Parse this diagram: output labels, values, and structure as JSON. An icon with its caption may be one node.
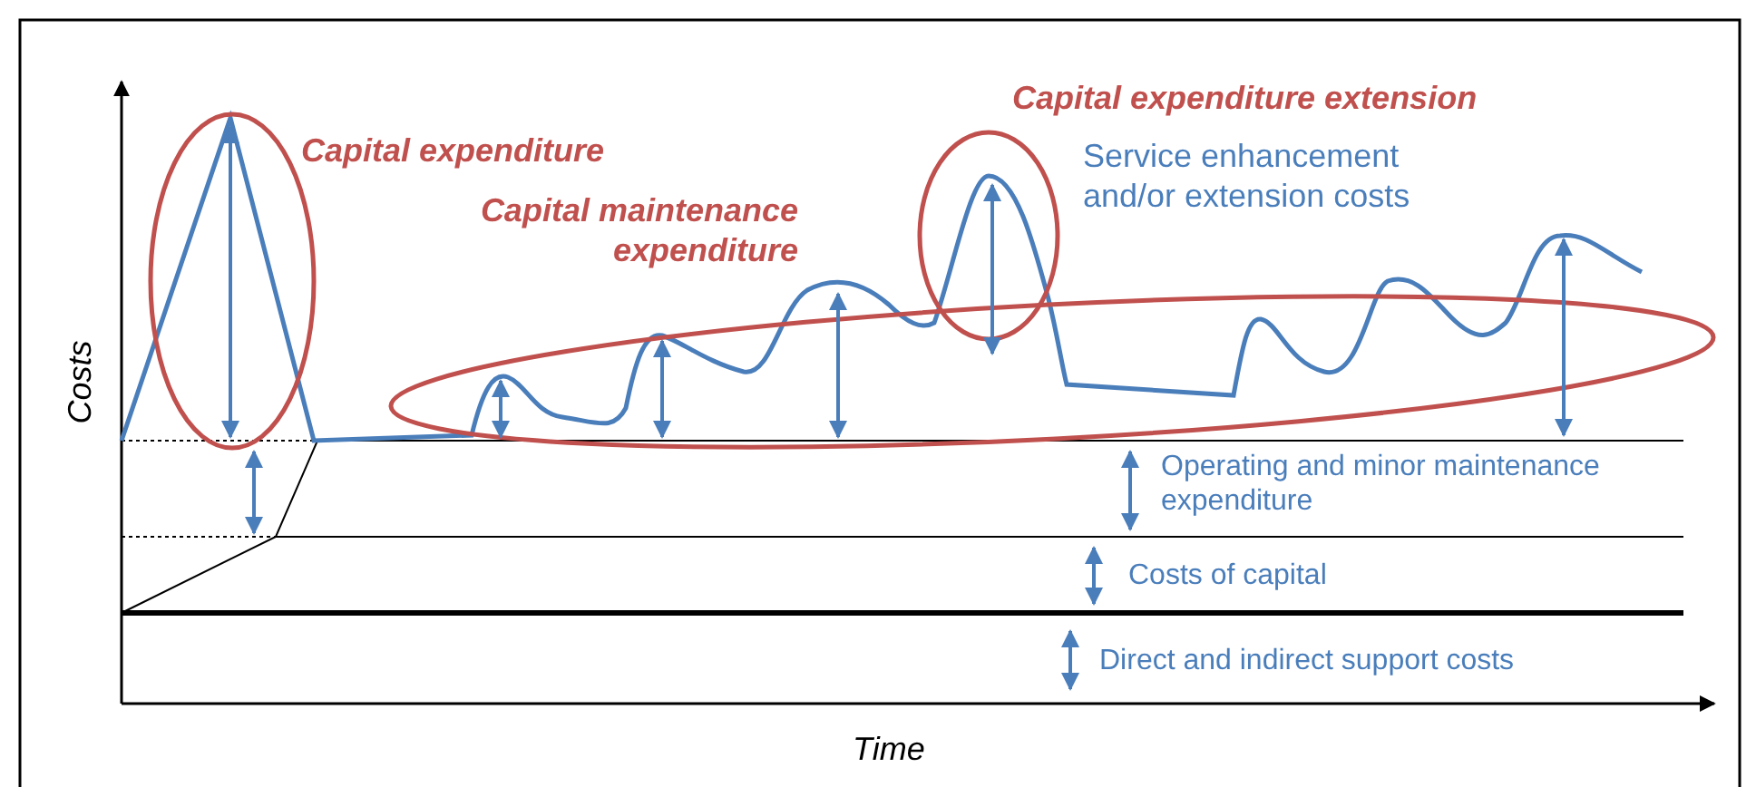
{
  "diagram": {
    "labels": [
      "Capital expenditure",
      "Capital expenditure extension",
      "Service enhancement and/or extension costs",
      "Capital maintenance expenditure",
      "Costs",
      "Operating and minor maintenance expenditure",
      "Costs of capital",
      "Direct and indirect support costs",
      "Time"
    ]
  }
}
